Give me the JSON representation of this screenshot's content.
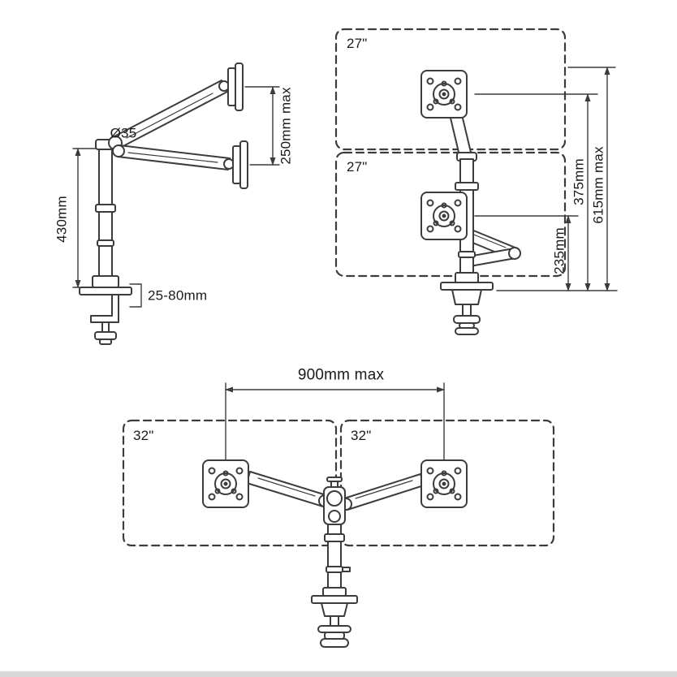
{
  "side_view": {
    "pole_diameter_label": "Ø35",
    "pole_height_label": "430mm",
    "arm_range_label": "250mm max",
    "clamp_range_label": "25-80mm"
  },
  "front_view": {
    "top_monitor_label": "27\"",
    "bottom_monitor_label": "27\"",
    "upper_vesa_height_label": "375mm",
    "max_height_label": "615mm max",
    "lower_vesa_height_label": "235mm"
  },
  "top_view": {
    "span_label": "900mm max",
    "left_monitor_label": "32\"",
    "right_monitor_label": "32\""
  },
  "colors": {
    "line": "#3c3c3c",
    "text": "#1a1a1a",
    "background": "#ffffff"
  }
}
